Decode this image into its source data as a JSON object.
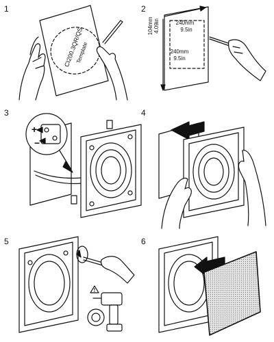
{
  "steps": [
    {
      "number": "1",
      "template_label_line1": "CI200.3QR/QS",
      "template_label_line2": "Template"
    },
    {
      "number": "2",
      "height_mm": "104mm",
      "height_in": "4.09in",
      "width_top_mm": "240mm",
      "width_top_in": "9.5in",
      "width_left_mm": "240mm",
      "width_left_in": "9.5in"
    },
    {
      "number": "3",
      "plus_sign": "+",
      "minus_sign": "−"
    },
    {
      "number": "4"
    },
    {
      "number": "5",
      "warning_symbol": "!"
    },
    {
      "number": "6"
    }
  ],
  "colors": {
    "line": "#111111",
    "grille": "#d0d0d0"
  }
}
